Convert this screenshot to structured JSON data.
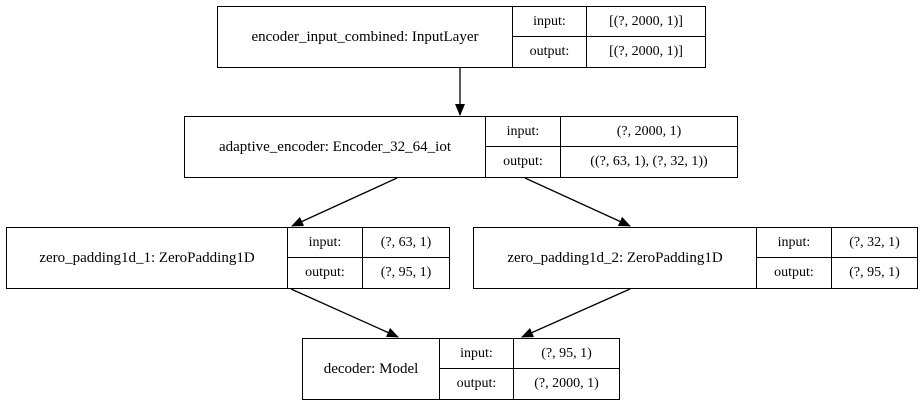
{
  "diagram": {
    "nodes": [
      {
        "id": "n1",
        "name": "encoder_input_combined: InputLayer",
        "input_label": "input:",
        "input": "[(?, 2000, 1)]",
        "output_label": "output:",
        "output": "[(?, 2000, 1)]"
      },
      {
        "id": "n2",
        "name": "adaptive_encoder: Encoder_32_64_iot",
        "input_label": "input:",
        "input": "(?, 2000, 1)",
        "output_label": "output:",
        "output": "((?, 63, 1), (?, 32, 1))"
      },
      {
        "id": "n3",
        "name": "zero_padding1d_1: ZeroPadding1D",
        "input_label": "input:",
        "input": "(?, 63, 1)",
        "output_label": "output:",
        "output": "(?, 95, 1)"
      },
      {
        "id": "n4",
        "name": "zero_padding1d_2: ZeroPadding1D",
        "input_label": "input:",
        "input": "(?, 32, 1)",
        "output_label": "output:",
        "output": "(?, 95, 1)"
      },
      {
        "id": "n5",
        "name": "decoder: Model",
        "input_label": "input:",
        "input": "(?, 95, 1)",
        "output_label": "output:",
        "output": "(?, 2000, 1)"
      }
    ],
    "edges": [
      {
        "from": "n1",
        "to": "n2"
      },
      {
        "from": "n2",
        "to": "n3"
      },
      {
        "from": "n2",
        "to": "n4"
      },
      {
        "from": "n3",
        "to": "n5"
      },
      {
        "from": "n4",
        "to": "n5"
      }
    ]
  }
}
